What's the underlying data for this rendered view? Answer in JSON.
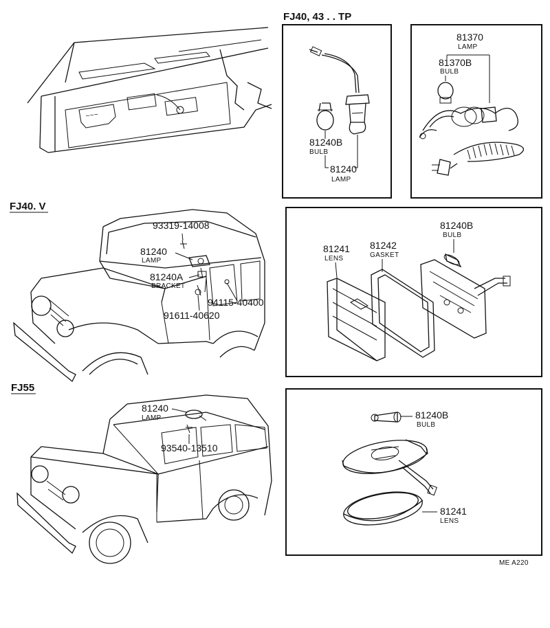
{
  "headers": {
    "fj40_43_tp": "FJ40, 43 . . TP",
    "fj40_v": "FJ40. V",
    "fj55": "FJ55"
  },
  "tp_left_panel": {
    "bulb_part": "81240B",
    "bulb_name": "BULB",
    "lamp_part": "81240",
    "lamp_name": "LAMP"
  },
  "tp_right_panel": {
    "lamp_part": "81370",
    "lamp_name": "LAMP",
    "bulb_part": "81370B",
    "bulb_name": "BULB"
  },
  "fj40v_vehicle": {
    "screw_part": "93319-14008",
    "lamp_part": "81240",
    "lamp_name": "LAMP",
    "bracket_part": "81240A",
    "bracket_name": "BRACKET",
    "clip_part": "94115-40400",
    "bolt_part": "91611-40620"
  },
  "fj40v_detail": {
    "lens_part": "81241",
    "lens_name": "LENS",
    "gasket_part": "81242",
    "gasket_name": "GASKET",
    "bulb_part": "81240B",
    "bulb_name": "BULB"
  },
  "fj55_vehicle": {
    "lamp_part": "81240",
    "lamp_name": "LAMP",
    "screw_part": "93540-13510"
  },
  "fj55_detail": {
    "bulb_part": "81240B",
    "bulb_name": "BULB",
    "lens_part": "81241",
    "lens_name": "LENS"
  },
  "footer_code": "ME  A220"
}
